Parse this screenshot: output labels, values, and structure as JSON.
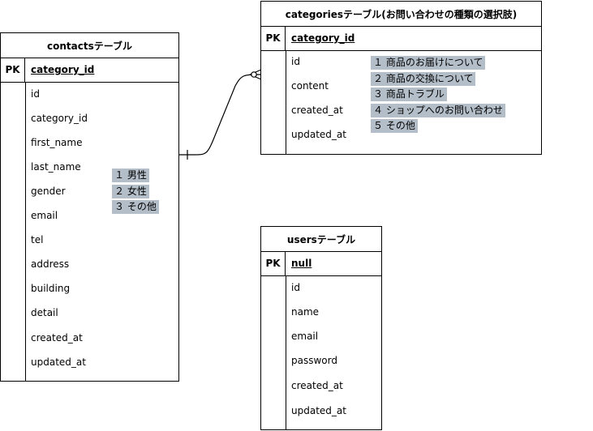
{
  "contacts": {
    "title": "contactsテーブル",
    "pk_label": "PK",
    "pk_field": "category_id",
    "fields": [
      "id",
      "category_id",
      "first_name",
      "last_name",
      "gender",
      "email",
      "tel",
      "address",
      "building",
      "detail",
      "created_at",
      "updated_at"
    ],
    "gender_options": [
      "１ 男性",
      "２ 女性",
      "３ その他"
    ]
  },
  "categories": {
    "title": "categoriesテーブル(お問い合わせの種類の選択肢)",
    "pk_label": "PK",
    "pk_field": "category_id",
    "fields": [
      "id",
      "content",
      "created_at",
      "updated_at"
    ],
    "content_options": [
      "１ 商品のお届けについて",
      "２ 商品の交換について",
      "３ 商品トラブル",
      "４ ショップへのお問い合わせ",
      "５ その他"
    ]
  },
  "users": {
    "title": "usersテーブル",
    "pk_label": "PK",
    "pk_field": "null",
    "fields": [
      "id",
      "name",
      "email",
      "password",
      "created_at",
      "updated_at"
    ]
  }
}
